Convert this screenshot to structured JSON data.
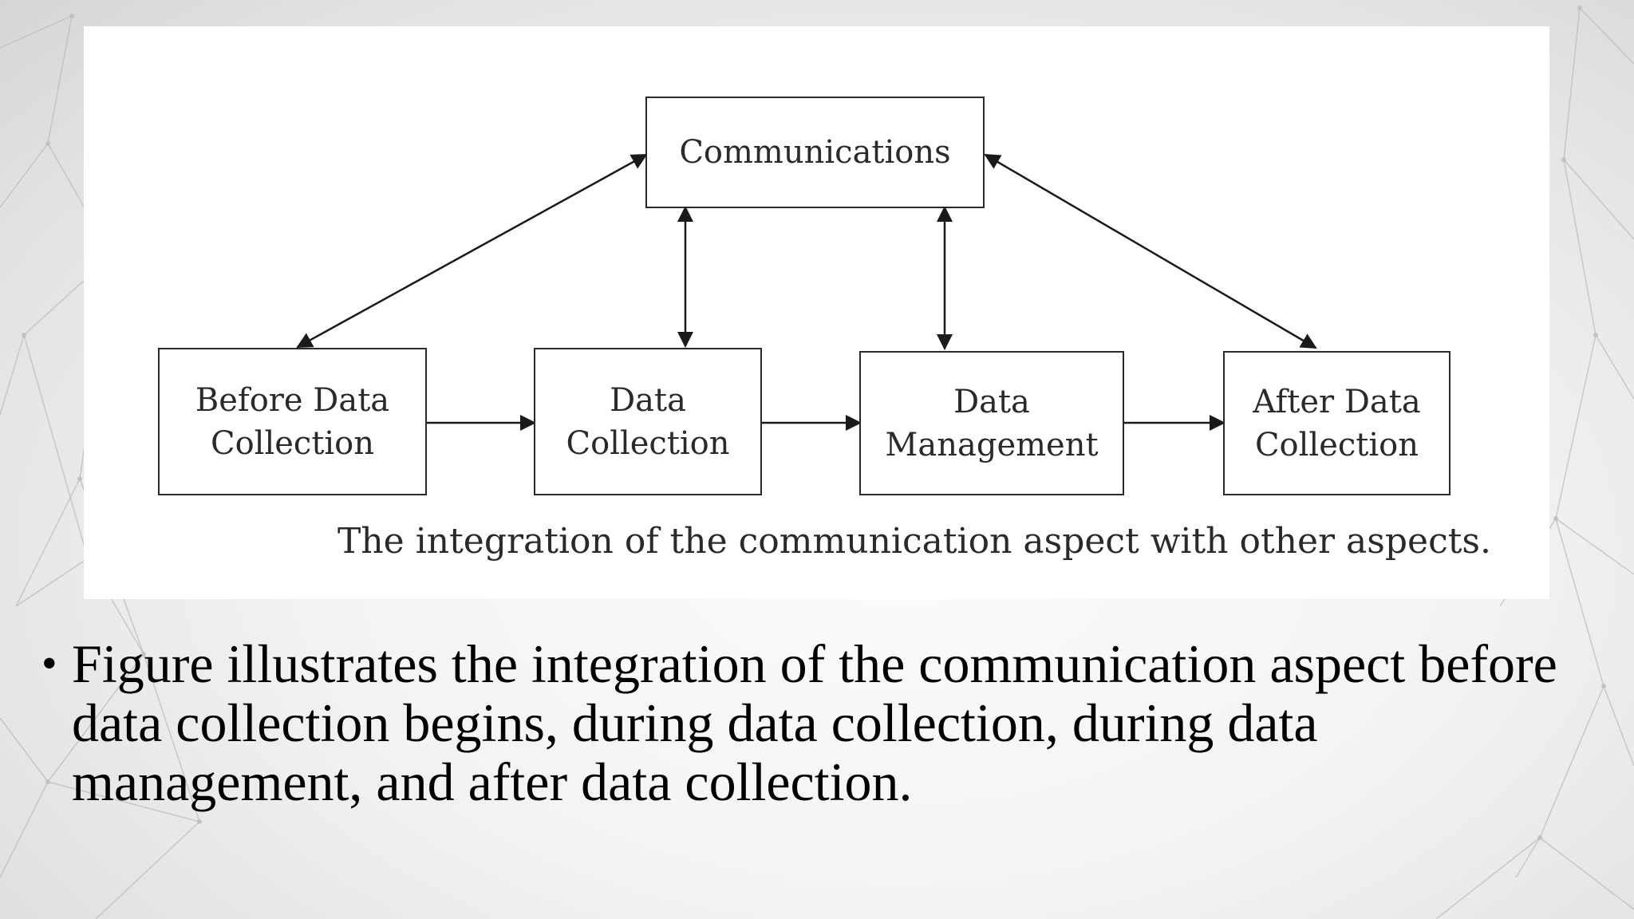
{
  "slide": {
    "figure": {
      "nodes": {
        "communications": "Communications",
        "before": "Before Data\nCollection",
        "during": "Data\nCollection",
        "management": "Data\nManagement",
        "after": "After Data\nCollection"
      },
      "caption": "The integration of the communication aspect with other aspects."
    },
    "bullet": {
      "symbol": "•",
      "text": "Figure illustrates the integration of the communication aspect before data collection begins, during data collection, during data management, and after data collection."
    }
  }
}
